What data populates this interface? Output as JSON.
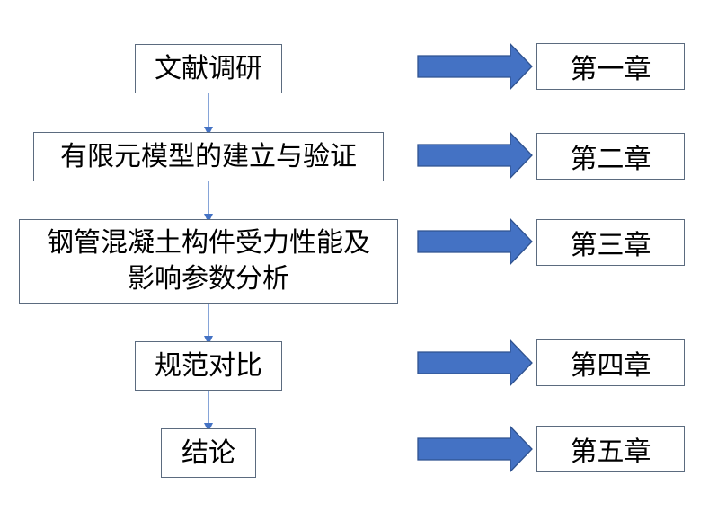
{
  "steps": [
    {
      "label": "文献调研"
    },
    {
      "label": "有限元模型的建立与验证"
    },
    {
      "lines": [
        "钢管混凝土构件受力性能及",
        "影响参数分析"
      ]
    },
    {
      "label": "规范对比"
    },
    {
      "label": "结论"
    }
  ],
  "chapters": [
    "第一章",
    "第二章",
    "第三章",
    "第四章",
    "第五章"
  ],
  "colors": {
    "arrow_fill": "#4472c4",
    "arrow_stroke": "#2f528f",
    "connector": "#4472c4",
    "box_border": "#5b6b7f"
  },
  "icons": {
    "block_arrow": "right-block-arrow",
    "connector_arrow": "down-arrow"
  }
}
